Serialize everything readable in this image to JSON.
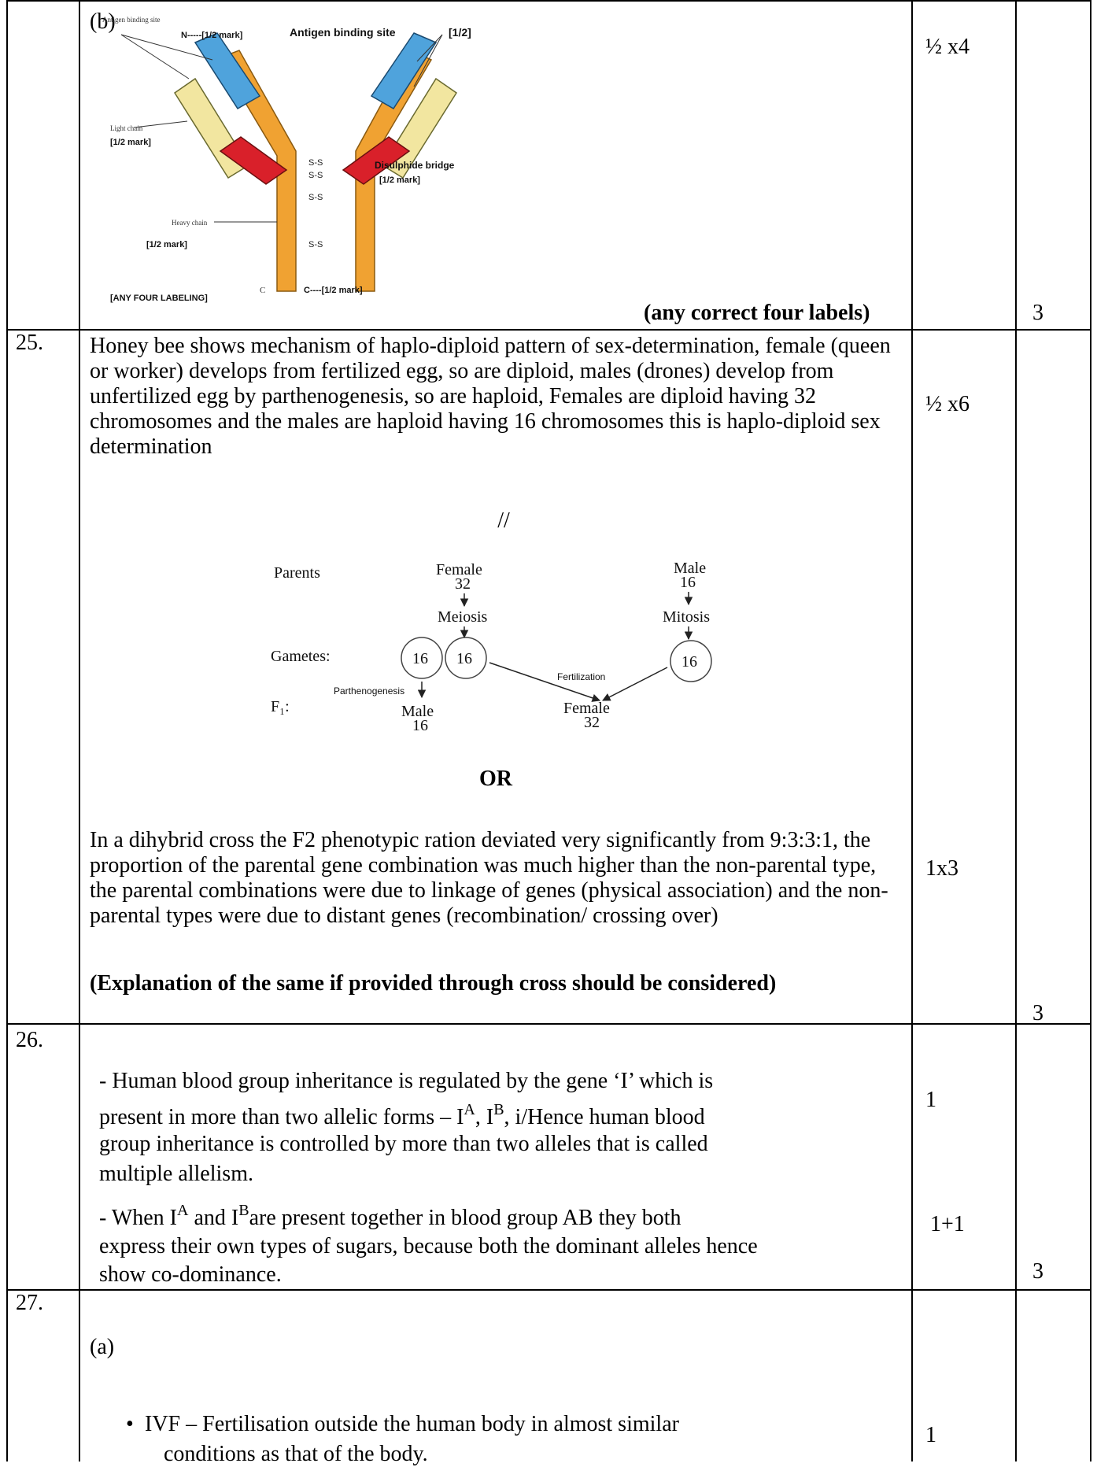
{
  "row_b": {
    "part_label": "(b)",
    "diagram": {
      "antigen_site_left": "Antigen binding site",
      "antigen_site_left_mark": "N-----[1/2 mark]",
      "antigen_site_right": "Antigen binding site",
      "antigen_site_right_mark": "[1/2]",
      "light_chain": "Light chain",
      "light_chain_mark": "[1/2 mark]",
      "disulphide": "Disulphide bridge",
      "disulphide_mark": "[1/2 mark]",
      "heavy_chain": "Heavy chain",
      "heavy_chain_mark": "[1/2 mark]",
      "c_left": "C",
      "c_right_mark": "C----[1/2 mark]",
      "any_four": "[ANY FOUR LABELING]",
      "ss": "S-S"
    },
    "footer_note": "(any correct four labels)",
    "marks": "½ x4",
    "total": "3"
  },
  "q25": {
    "number": "25.",
    "para": "Honey bee shows mechanism of haplo-diploid pattern of sex-determination, female (queen or worker) develops from fertilized egg, so are diploid, males (drones) develop from unfertilized egg by parthenogenesis, so are haploid, Females are diploid having 32 chromosomes and the males are haploid having 16 chromosomes this is haplo-diploid sex determination",
    "marks1": "½ x6",
    "separator": "//",
    "diagram": {
      "parents": "Parents",
      "female": "Female",
      "female_n": "32",
      "meiosis": "Meiosis",
      "male": "Male",
      "male_n": "16",
      "mitosis": "Mitosis",
      "gametes": "Gametes:",
      "g1": "16",
      "g2": "16",
      "g3": "16",
      "fertilization": "Fertilization",
      "parthenogenesis": "Parthenogenesis",
      "f1": "F₁:",
      "f1_male": "Male",
      "f1_male_n": "16",
      "f1_female": "Female",
      "f1_female_n": "32"
    },
    "or": "OR",
    "para2": "In a dihybrid cross the F2 phenotypic ration deviated very significantly from 9:3:3:1, the proportion of the parental gene combination was much higher than the non-parental type, the parental combinations were due to linkage of genes (physical association) and the non-parental types were due to distant genes (recombination/ crossing over)",
    "note": "(Explanation of the same if provided through cross should be considered)",
    "marks2": "1x3",
    "total": "3"
  },
  "q26": {
    "number": "26.",
    "p1_a": "- Human blood group inheritance is regulated by the gene ‘I’ which is",
    "p1_b_pre": "present in more than two allelic forms – I",
    "sup_a": "A",
    "comma": ", I",
    "sup_b": "B",
    "p1_b_post": ", i/Hence human blood",
    "p1_c": "group inheritance is controlled by more than two alleles that is called",
    "p1_d": "multiple allelism.",
    "p2_pre": "- When I",
    "p2_and": " and I",
    "p2_post": "are present together in blood group AB they both",
    "p2_b": "express their own types of sugars, because both the dominant alleles hence",
    "p2_c": "show co-dominance.",
    "marks1": "1",
    "marks2": "1+1",
    "total": "3"
  },
  "q27": {
    "number": "27.",
    "part": "(a)",
    "bullet": "•",
    "line1": "IVF – Fertilisation outside the human body in almost similar",
    "line2": "conditions as that of the body.",
    "marks": "1"
  }
}
